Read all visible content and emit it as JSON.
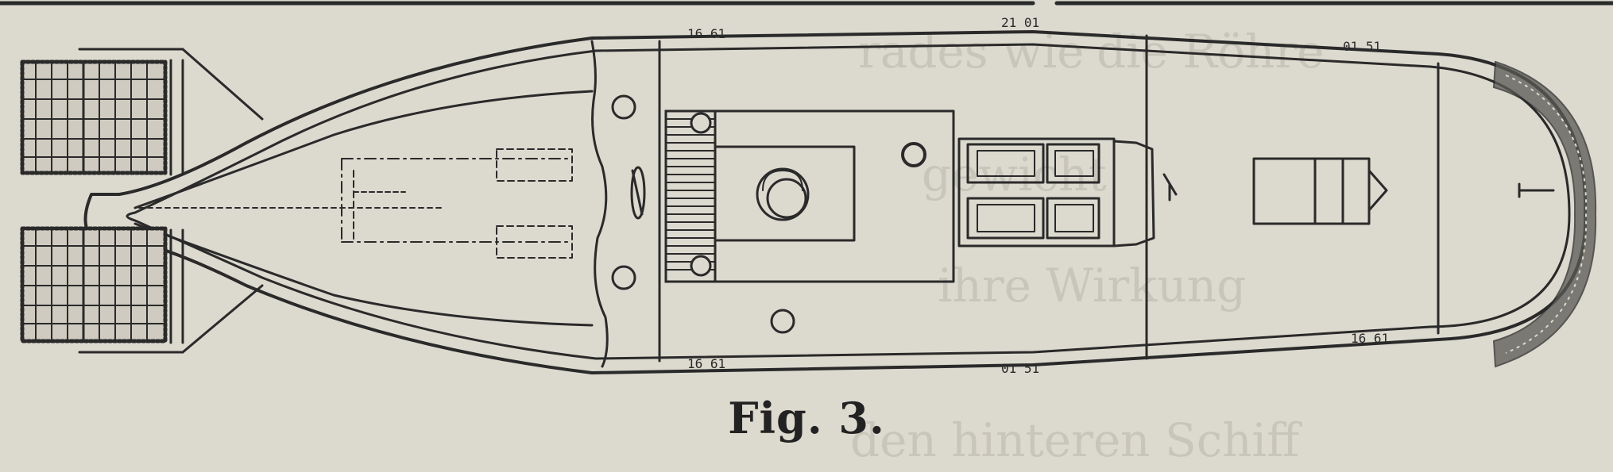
{
  "figure": {
    "caption": "Fig. 3.",
    "frame_markings": [
      "16 61",
      "16 61",
      "21 01",
      "01 51"
    ],
    "colors": {
      "paper": "#dcd9cf",
      "ink": "#2a2a2a",
      "bleed_text": "#b9b5aa"
    },
    "bleed_through_lines": [
      "rades wie",
      "die Röhre",
      "gewicht",
      "ihre Wirkung",
      "den hinteren Schiff"
    ]
  }
}
